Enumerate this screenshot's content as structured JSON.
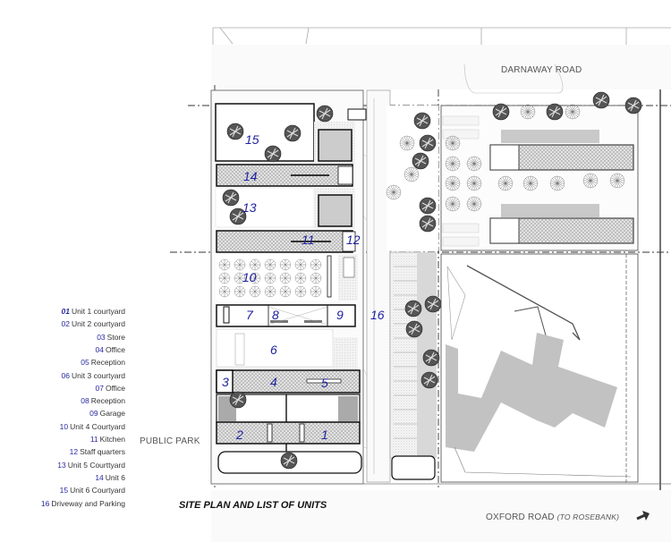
{
  "title": "SITE PLAN AND LIST OF UNITS",
  "roads": {
    "north": "DARNAWAY ROAD",
    "south": "OXFORD ROAD",
    "south_note": "(TO ROSEBANK)",
    "west": "PUBLIC PARK"
  },
  "legend": [
    {
      "num": "01",
      "label": "Unit 1 courtyard"
    },
    {
      "num": "02",
      "label": "Unit 2 courtyard"
    },
    {
      "num": "03",
      "label": "Store"
    },
    {
      "num": "04",
      "label": "Office"
    },
    {
      "num": "05",
      "label": "Reception"
    },
    {
      "num": "06",
      "label": "Unit 3 courtyard"
    },
    {
      "num": "07",
      "label": "Office"
    },
    {
      "num": "08",
      "label": "Reception"
    },
    {
      "num": "09",
      "label": "Garage"
    },
    {
      "num": "10",
      "label": "Unit 4 Courtyard"
    },
    {
      "num": "11",
      "label": "Kitchen"
    },
    {
      "num": "12",
      "label": "Staff quarters"
    },
    {
      "num": "13",
      "label": "Unit 5 Courttyard"
    },
    {
      "num": "14",
      "label": "Unit 6"
    },
    {
      "num": "15",
      "label": "Unit 6 Courtyard"
    },
    {
      "num": "16",
      "label": "Driveway and Parking"
    }
  ],
  "plan_labels": {
    "u1": "1",
    "u2": "2",
    "u3": "3",
    "u4": "4",
    "u5": "5",
    "u6": "6",
    "u7": "7",
    "u8": "8",
    "u9": "9",
    "u10": "10",
    "u11": "11",
    "u12": "12",
    "u13": "13",
    "u14": "14",
    "u15": "15",
    "u16": "16"
  },
  "colors": {
    "label_blue": "#1e22a0",
    "legend_num_blue": "#2a2aa0",
    "wall": "#111111",
    "hatch": "#cfcfcf",
    "neighbor_building": "#bdbdbd"
  }
}
